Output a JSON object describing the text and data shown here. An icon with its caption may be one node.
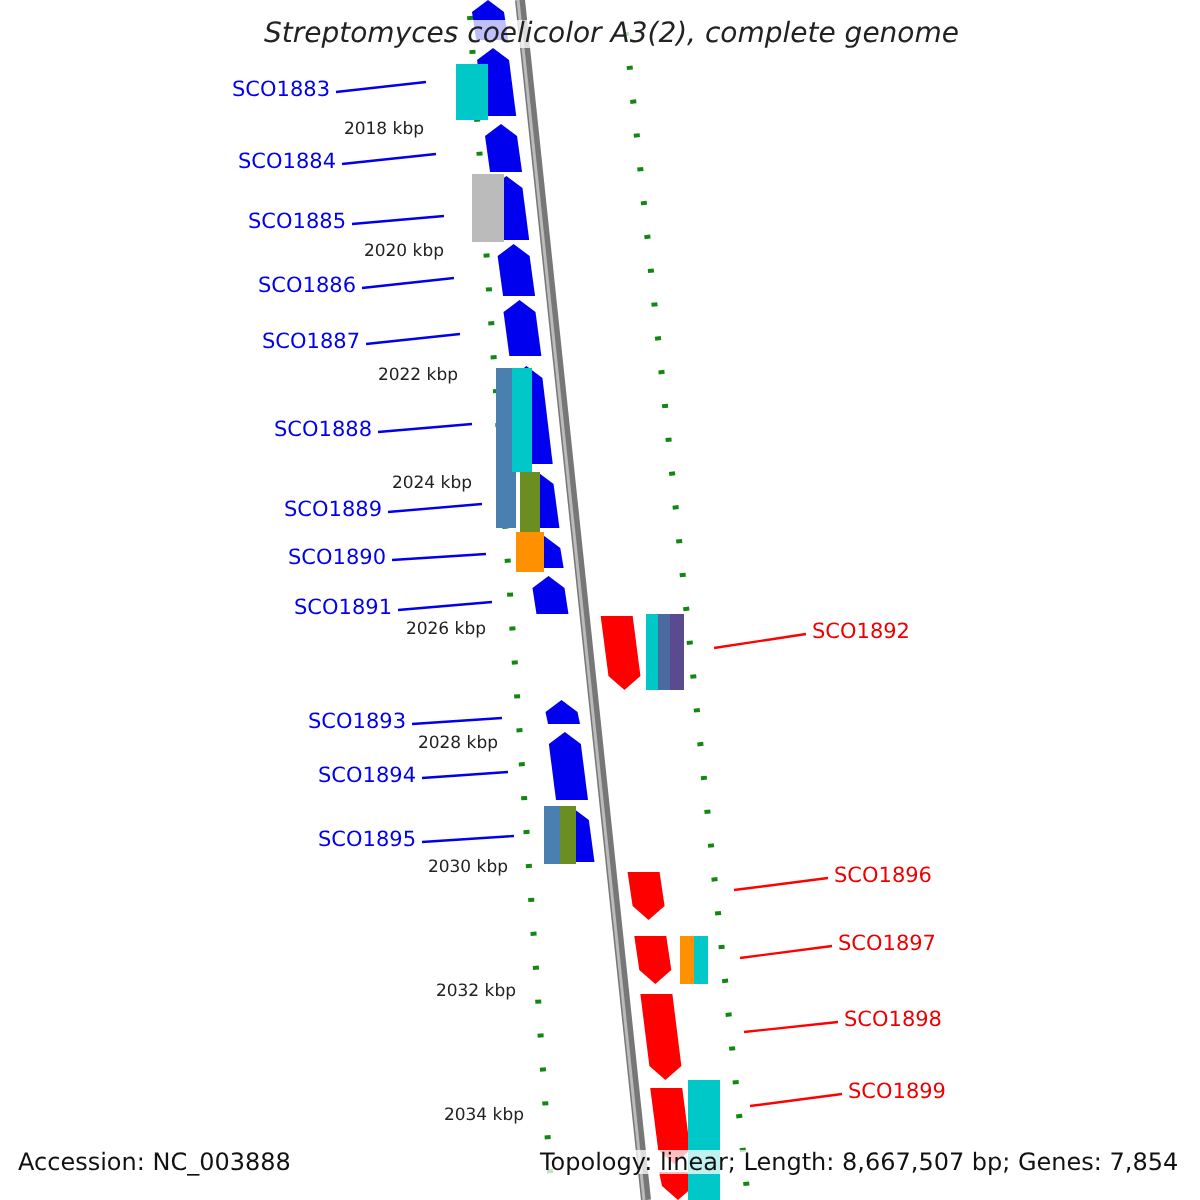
{
  "diagram": {
    "title": "Streptomyces coelicolor A3(2), complete genome",
    "nodes": [
      {
        "text": [
          "SCO1883"
        ]
      },
      {
        "text": [
          "SCO1884"
        ]
      },
      {
        "text": [
          "SCO1885"
        ]
      },
      {
        "text": [
          "SCO1886"
        ]
      },
      {
        "text": [
          "SCO1887"
        ]
      },
      {
        "text": [
          "SCO1888"
        ]
      },
      {
        "text": [
          "SCO1889"
        ]
      },
      {
        "text": [
          "SCO1890"
        ]
      },
      {
        "text": [
          "SCO1891"
        ]
      },
      {
        "text": [
          "SCO1892"
        ]
      },
      {
        "text": [
          "SCO1893"
        ]
      },
      {
        "text": [
          "SCO1894"
        ]
      },
      {
        "text": [
          "SCO1895"
        ]
      },
      {
        "text": [
          "SCO1896"
        ]
      },
      {
        "text": [
          "SCO1897"
        ]
      },
      {
        "text": [
          "SCO1898"
        ]
      },
      {
        "text": [
          "SCO1899"
        ]
      }
    ],
    "edges": [
      {
        "from": 0,
        "to": null,
        "arrow": "none"
      },
      {
        "from": 1,
        "to": null,
        "arrow": "none"
      },
      {
        "from": 2,
        "to": null,
        "arrow": "none"
      },
      {
        "from": 3,
        "to": null,
        "arrow": "none"
      },
      {
        "from": 4,
        "to": null,
        "arrow": "none"
      },
      {
        "from": 5,
        "to": null,
        "arrow": "none"
      },
      {
        "from": 6,
        "to": null,
        "arrow": "none"
      },
      {
        "from": 7,
        "to": null,
        "arrow": "none"
      },
      {
        "from": 8,
        "to": null,
        "arrow": "none"
      },
      {
        "from": 9,
        "to": null,
        "arrow": "none",
        "color": "#ff0000"
      },
      {
        "from": 10,
        "to": null,
        "arrow": "none"
      },
      {
        "from": 11,
        "to": null,
        "arrow": "none"
      },
      {
        "from": 12,
        "to": null,
        "arrow": "none"
      },
      {
        "from": 13,
        "to": null,
        "arrow": "none",
        "color": "#ff0000"
      },
      {
        "from": 14,
        "to": null,
        "arrow": "none",
        "color": "#ff0000"
      },
      {
        "from": 15,
        "to": null,
        "arrow": "none",
        "color": "#ff0000"
      },
      {
        "from": 16,
        "to": null,
        "arrow": "none",
        "color": "#ff0000"
      }
    ],
    "labels": [
      "2018 kbp",
      "2020 kbp",
      "2022 kbp",
      "2024 kbp",
      "2026 kbp",
      "2028 kbp",
      "2030 kbp",
      "2032 kbp",
      "2034 kbp",
      "Accession: NC_003888",
      "Topology: linear; Length: 8,667,507 bp; Genes: 7,854"
    ]
  }
}
